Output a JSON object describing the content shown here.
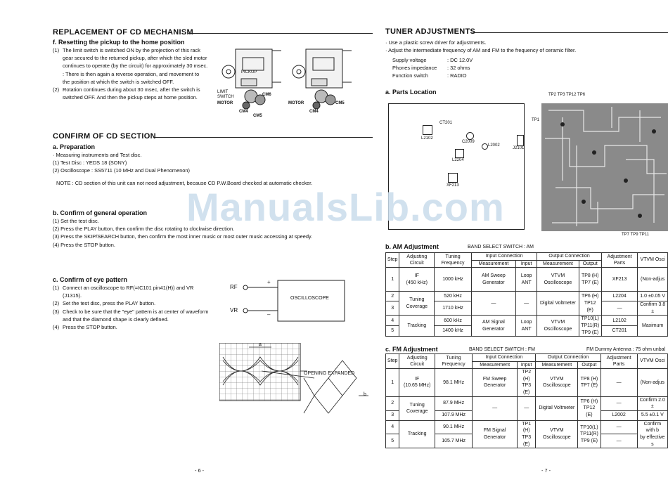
{
  "left": {
    "replacement_title": "REPLACEMENT OF CD MECHANISM",
    "reset_title": "f. Resetting the pickup to the home position",
    "reset_items": [
      {
        "n": "(1)",
        "text": "The limit switch is switched ON by the projection of this rack"
      },
      {
        "n": "",
        "text": "gear secured to the returned pickup, after which the sled motor"
      },
      {
        "n": "",
        "text": "continues to operate (by the circuit) for approximately 30 msec."
      },
      {
        "n": "",
        "text": ": There is then again a reverse operation, and movement to"
      },
      {
        "n": "",
        "text": "the position at which the switch is switched OFF."
      },
      {
        "n": "(2)",
        "text": "Rotation continues during about 30 msec, after the switch is"
      },
      {
        "n": "",
        "text": "switched OFF.  And then the pickup steps at home position."
      }
    ],
    "mech_labels": {
      "pickup": "PICKUP",
      "limit": "LIMIT",
      "switch": "SWITCH",
      "motor": "MOTOR",
      "cm4": "CM4",
      "cm5": "CM5",
      "cm6": "CM6",
      "motor2": "MOTOR",
      "cm4b": "CM4",
      "cm5b": "CM5"
    },
    "confirm_title": "CONFIRM OF CD SECTION",
    "prep_title": "a. Preparation",
    "prep_items": [
      "· Measuring instruments and Test disc.",
      "(1)   Test Disc : YEDS 18 (SONY)",
      "(2)   Oscilloscope : SS5711 (10 MHz and Dual Phenomenon)"
    ],
    "note": "NOTE :  CD section of this unit can not need adjustment, because CD P.W.Board checked at automatic checker.",
    "general_title": "b. Confirm of general operation",
    "general_items": [
      "(1)  Set the test disc.",
      "(2)  Press the PLAY button, then confirm the disc rotating to clockwise direction.",
      "(3)  Press the SKIP/SEARCH button, then confirm the most inner music or most outer music accessing at speedy.",
      "(4)  Press the STOP button."
    ],
    "eye_title": "c. Confirm of eye pattern",
    "eye_items": [
      {
        "n": "(1)",
        "text": "Connect an oscilloscope to RF(=IC101 pin41(H)) and VR"
      },
      {
        "n": "",
        "text": "(J1315)."
      },
      {
        "n": "(2)",
        "text": "Set the test disc, press the PLAY button."
      },
      {
        "n": "(3)",
        "text": "Check to be sure that the \"eye\" pattern is at center of waveform"
      },
      {
        "n": "",
        "text": "and that the diamond shape is clearly defined."
      },
      {
        "n": "(4)",
        "text": "Press the STOP button."
      }
    ],
    "scope": {
      "rf": "RF",
      "vr": "VR",
      "plus": "+",
      "minus": "–",
      "label": "OSCILLOSCOPE"
    },
    "eye_labels": {
      "opening": "OPENING EXPANDED",
      "a": "a",
      "b": "b"
    },
    "page_num": "- 6 -"
  },
  "right": {
    "tuner_title": "TUNER ADJUSTMENTS",
    "tuner_items": [
      "·  Use a plastic screw driver for adjustments.",
      "·  Adjust the intermediate frequency of AM and FM to the frequency of ceramic filter."
    ],
    "specs": [
      {
        "k": "Supply voltage",
        "v": ": DC 12.0V"
      },
      {
        "k": "Phones impedance",
        "v": ": 32 ohms"
      },
      {
        "k": "Function switch",
        "v": ": RADIO"
      }
    ],
    "parts_title": "a. Parts Location",
    "parts": {
      "ct201": "CT201",
      "l2102": "L2102",
      "c2009": "C2009",
      "l2002": "L2002",
      "l2204": "L2204",
      "j2101": "J2101",
      "xf213": "XF213"
    },
    "tp_top": "TP2  TP3              TP12  TP6",
    "tp_side": "TP1",
    "tp_bottom": "TP7   TP9   TP11",
    "am_title": "b. AM Adjustment",
    "am_band": "BAND SELECT SWITCH : AM",
    "fm_title": "c. FM Adjustment",
    "fm_band": "BAND SELECT SWITCH : FM",
    "fm_dummy": "FM Dummy Antenna : 75 ohm unbal",
    "headers": {
      "step": "Step",
      "adj_circuit": "Adjusting Circuit",
      "tuning_freq": "Tuning Frequency",
      "input_conn": "Input Connection",
      "output_conn": "Output Connection",
      "measurement": "Measurement",
      "input": "Input",
      "output": "Output",
      "adj_parts": "Adjustment Parts",
      "vtvm": "VTVM Osci"
    },
    "am_rows": [
      {
        "step": "1",
        "circuit": "IF\n(450 kHz)",
        "freq": "1000 kHz",
        "in_meas": "AM Sweep Generator",
        "input": "Loop ANT",
        "out_meas": "VTVM Oscilloscope",
        "output": "TP8 (H)\nTP7 (E)",
        "parts": "XF213",
        "result": "(Non-adjus"
      },
      {
        "step": "2",
        "circuit": "Tuning Coverage",
        "freq": "520 kHz",
        "in_meas": "—",
        "input": "—",
        "out_meas": "Digital Voltmeter",
        "output": "TP6 (H)\nTP12 (E)",
        "parts": "L2204",
        "result": "1.0 ±0.05 V"
      },
      {
        "step": "3",
        "freq": "1710 kHz",
        "parts": "—",
        "result": "Confirm 3.8 ±"
      },
      {
        "step": "4",
        "circuit": "Tracking",
        "freq": "600 kHz",
        "in_meas": "AM Signal Generator",
        "input": "Loop ANT",
        "out_meas": "VTVM Oscilloscope",
        "output": "TP10(L)\nTP11(R)\nTP9 (E)",
        "parts": "L2102",
        "result": "Maximum"
      },
      {
        "step": "5",
        "freq": "1400 kHz",
        "parts": "CT201"
      }
    ],
    "fm_rows": [
      {
        "step": "1",
        "circuit": "IF\n(10.65 MHz)",
        "freq": "98.1 MHz",
        "in_meas": "FM Sweep Generator",
        "input": "TP2 (H)\nTP3 (E)",
        "out_meas": "VTVM Oscilloscope",
        "output": "TP8 (H)\nTP7 (E)",
        "parts": "—",
        "result": "(Non-adjus"
      },
      {
        "step": "2",
        "circuit": "Tuning Coverage",
        "freq": "87.9 MHz",
        "in_meas": "—",
        "input": "—",
        "out_meas": "Digital Voltmeter",
        "output": "TP6 (H)\nTP12 (E)",
        "parts": "—",
        "result": "Confirm 2.0 ±"
      },
      {
        "step": "3",
        "freq": "107.9 MHz",
        "parts": "L2002",
        "result": "5.5 ±0.1 V"
      },
      {
        "step": "4",
        "circuit": "Tracking",
        "freq": "90.1 MHz",
        "in_meas": "FM Signal Generator",
        "input": "TP1 (H)\nTP3 (E)",
        "out_meas": "VTVM Oscilloscope",
        "output": "TP10(L)\nTP11(R)\nTP9 (E)",
        "parts": "—",
        "result": "Confirm with b\nby effective s"
      },
      {
        "step": "5",
        "freq": "105.7 MHz",
        "parts": "—"
      }
    ],
    "page_num": "- 7 -"
  },
  "watermark": "ManualsLib.com"
}
